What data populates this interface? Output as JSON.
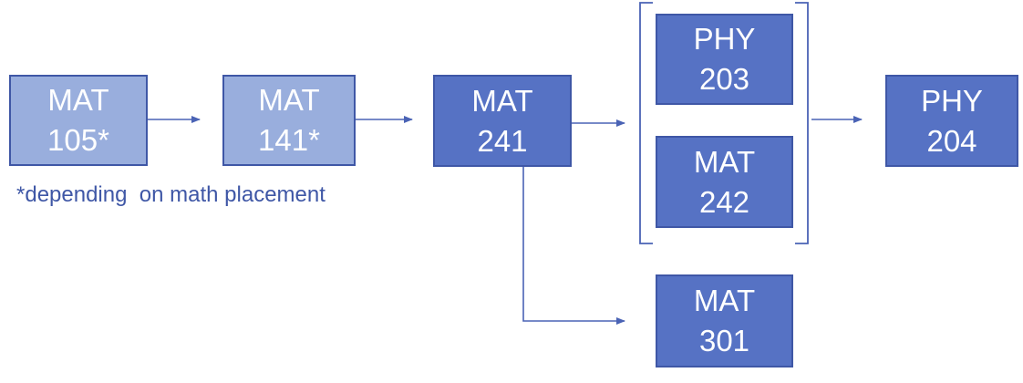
{
  "colors": {
    "light_fill": "#99AEDD",
    "dark_fill": "#5672C4",
    "border": "#3F57A6",
    "text": "#ffffff",
    "note_text": "#3F57A6"
  },
  "courses": {
    "mat105": {
      "line1": "MAT",
      "line2": "105*"
    },
    "mat141": {
      "line1": "MAT",
      "line2": "141*"
    },
    "mat241": {
      "line1": "MAT",
      "line2": "241"
    },
    "phy203": {
      "line1": "PHY",
      "line2": "203"
    },
    "mat242": {
      "line1": "MAT",
      "line2": "242"
    },
    "phy204": {
      "line1": "PHY",
      "line2": "204"
    },
    "mat301": {
      "line1": "MAT",
      "line2": "301"
    }
  },
  "note": "*depending  on math placement"
}
